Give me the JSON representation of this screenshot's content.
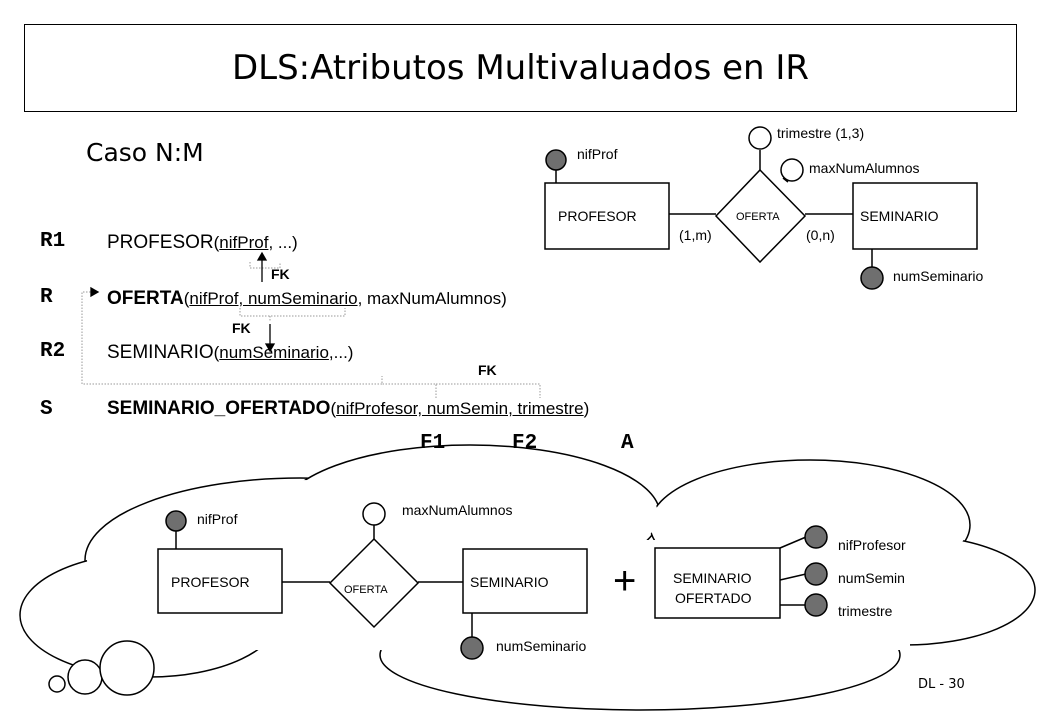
{
  "title": "DLS:Atributos Multivaluados en IR",
  "subtitle": "Caso N:M",
  "relations": [
    {
      "label": "R1",
      "name": "PROFESOR",
      "open": "(",
      "key": "nifProf",
      "rest": ", ...)"
    },
    {
      "label": "R",
      "name": "OFERTA",
      "open": "(",
      "key": "nifProf, numSeminario",
      "rest": ", maxNumAlumnos)"
    },
    {
      "label": "R2",
      "name": "SEMINARIO",
      "open": "(",
      "key": "numSeminario",
      "rest": ",...)"
    },
    {
      "label": "S",
      "name": "SEMINARIO_OFERTADO",
      "open": "(",
      "key": "nifProfesor, numSemin, trimestre",
      "rest": ")"
    }
  ],
  "fk_labels": [
    "FK",
    "FK",
    "FK"
  ],
  "foot_labels": [
    "F1",
    "F2",
    "A"
  ],
  "er_top": {
    "entity_left": "PROFESOR",
    "relationship": "OFERTA",
    "entity_right": "SEMINARIO",
    "card_left": "(1,m)",
    "card_right": "(0,n)",
    "attr_nifProf": "nifProf",
    "attr_trimestre": "trimestre (1,3)",
    "attr_maxNumAlumnos": "maxNumAlumnos",
    "attr_numSeminario": "numSeminario"
  },
  "er_bottom": {
    "entity_left": "PROFESOR",
    "relationship": "OFERTA",
    "entity_right": "SEMINARIO",
    "attr_nifProf": "nifProf",
    "attr_maxNumAlumnos": "maxNumAlumnos",
    "attr_numSeminario": "numSeminario",
    "plus": "+",
    "entity_extra_line1": "SEMINARIO",
    "entity_extra_line2": "OFERTADO",
    "extra_attrs": [
      "nifProfesor",
      "numSemin",
      "trimestre"
    ]
  },
  "page_number": "DL - 30",
  "colors": {
    "key_attr_fill": "#6f6f6f",
    "line": "#000000",
    "fk_link": "#9a9a9a"
  }
}
